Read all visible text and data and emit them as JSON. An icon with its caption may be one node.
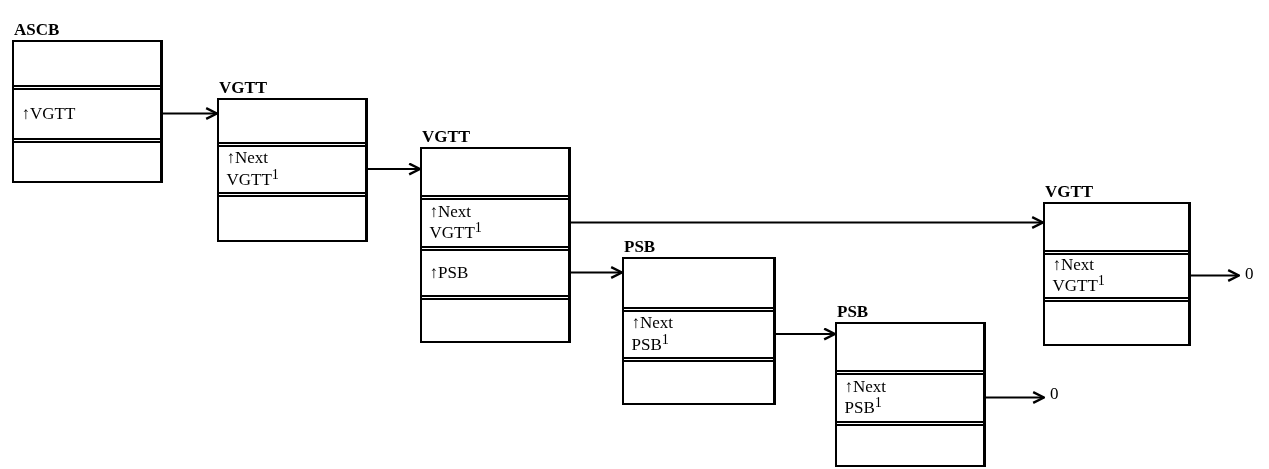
{
  "diagram": {
    "nodes": [
      {
        "text": [
          "ASCB"
        ]
      },
      {
        "text": [],
        "shape": "box",
        "in": 0
      },
      {
        "text": [
          "↑VGTT"
        ],
        "in": 0
      },
      {
        "text": [],
        "shape": "box",
        "in": 0
      },
      {
        "text": [
          "VGTT"
        ]
      },
      {
        "text": [],
        "shape": "box",
        "in": 4
      },
      {
        "text": [
          "↑Next VGTT$^{1}$"
        ],
        "in": 4
      },
      {
        "text": [],
        "shape": "box",
        "in": 4
      },
      {
        "text": [
          "VGTT"
        ]
      },
      {
        "text": [],
        "shape": "box",
        "in": 8
      },
      {
        "text": [
          "↑Next VGTT$^{1}$"
        ],
        "in": 8
      },
      {
        "text": [
          "↑PSB"
        ],
        "in": 8
      },
      {
        "text": [],
        "shape": "box",
        "in": 8
      },
      {
        "text": [
          "PSB"
        ]
      },
      {
        "text": [],
        "shape": "box",
        "in": 13
      },
      {
        "text": [
          "↑Next PSB$^{1}$"
        ],
        "in": 13
      },
      {
        "text": [],
        "shape": "box",
        "in": 13
      },
      {
        "text": [
          "PSB"
        ]
      },
      {
        "text": [],
        "shape": "box",
        "in": 17
      },
      {
        "text": [
          "↑Next PSB$^{1}$"
        ],
        "in": 17
      },
      {
        "text": [],
        "shape": "box",
        "in": 17
      },
      {
        "text": [
          "0"
        ]
      },
      {
        "text": [
          "VGTT"
        ]
      },
      {
        "text": [],
        "shape": "box",
        "in": 22
      },
      {
        "text": [
          "↑Next VGTT$^{1}$"
        ],
        "in": 22
      },
      {
        "text": [],
        "shape": "box",
        "in": 22
      },
      {
        "text": [
          "0"
        ]
      }
    ],
    "edges": [
      {
        "from": 2,
        "to": 4,
        "arrow": "to"
      },
      {
        "from": 6,
        "to": 8,
        "arrow": "to"
      },
      {
        "from": 10,
        "to": 22,
        "arrow": "to"
      },
      {
        "from": 11,
        "to": 13,
        "arrow": "to"
      },
      {
        "from": 15,
        "to": 17,
        "arrow": "to"
      },
      {
        "from": 19,
        "to": 21,
        "arrow": "to"
      },
      {
        "from": 24,
        "to": 26,
        "arrow": "to"
      }
    ]
  }
}
